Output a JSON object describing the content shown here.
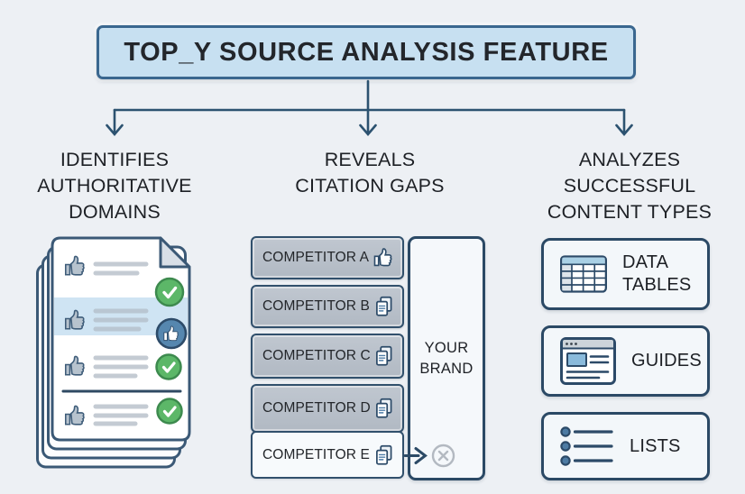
{
  "title": "TOP_Y SOURCE ANALYSIS FEATURE",
  "branches": [
    {
      "header_lines": [
        "IDENTIFIES",
        "AUTHORITATIVE",
        "DOMAINS"
      ],
      "illustration": "checklist-document-stack"
    },
    {
      "header_lines": [
        "REVEALS",
        "CITATION GAPS"
      ],
      "illustration": "competitor-citation-list"
    },
    {
      "header_lines": [
        "ANALYZES",
        "SUCCESSFUL",
        "CONTENT TYPES"
      ],
      "illustration": "content-type-cards"
    }
  ],
  "citation_gaps": {
    "competitors": [
      {
        "label": "COMPETITOR A",
        "icon": "thumbs-up-icon"
      },
      {
        "label": "COMPETITOR B",
        "icon": "documents-icon"
      },
      {
        "label": "COMPETITOR C",
        "icon": "documents-icon"
      },
      {
        "label": "COMPETITOR D",
        "icon": "documents-icon"
      },
      {
        "label": "COMPETITOR E",
        "icon": "documents-icon",
        "gap_arrow": true
      }
    ],
    "your_brand_lines": [
      "YOUR",
      "BRAND"
    ],
    "gap_marker_icon": "x-circle-icon"
  },
  "content_types": [
    {
      "label": "DATA TABLES",
      "icon": "data-table-icon"
    },
    {
      "label": "GUIDES",
      "icon": "browser-page-icon"
    },
    {
      "label": "LISTS",
      "icon": "bullet-list-icon"
    }
  ],
  "document_stack": {
    "rows": 4,
    "row_icon": "thumbs-up-icon",
    "approved_icon": "check-circle-icon",
    "highlighted_row_badge": "thumbs-up-badge-icon"
  },
  "colors": {
    "background": "#edf0f4",
    "title_fill": "#c7e0f1",
    "outline_dark": "#2d4b69",
    "arrow": "#2c5270",
    "competitor_fill": "#b9c0ca",
    "competitor_gap_fill": "#f7fafc",
    "panel_fill": "#f3f7fa",
    "highlight_row": "#cfe4f3",
    "check_green": "#5cb768",
    "badge_blue": "#5687af",
    "gap_marker_gray": "#b3b9c1"
  }
}
